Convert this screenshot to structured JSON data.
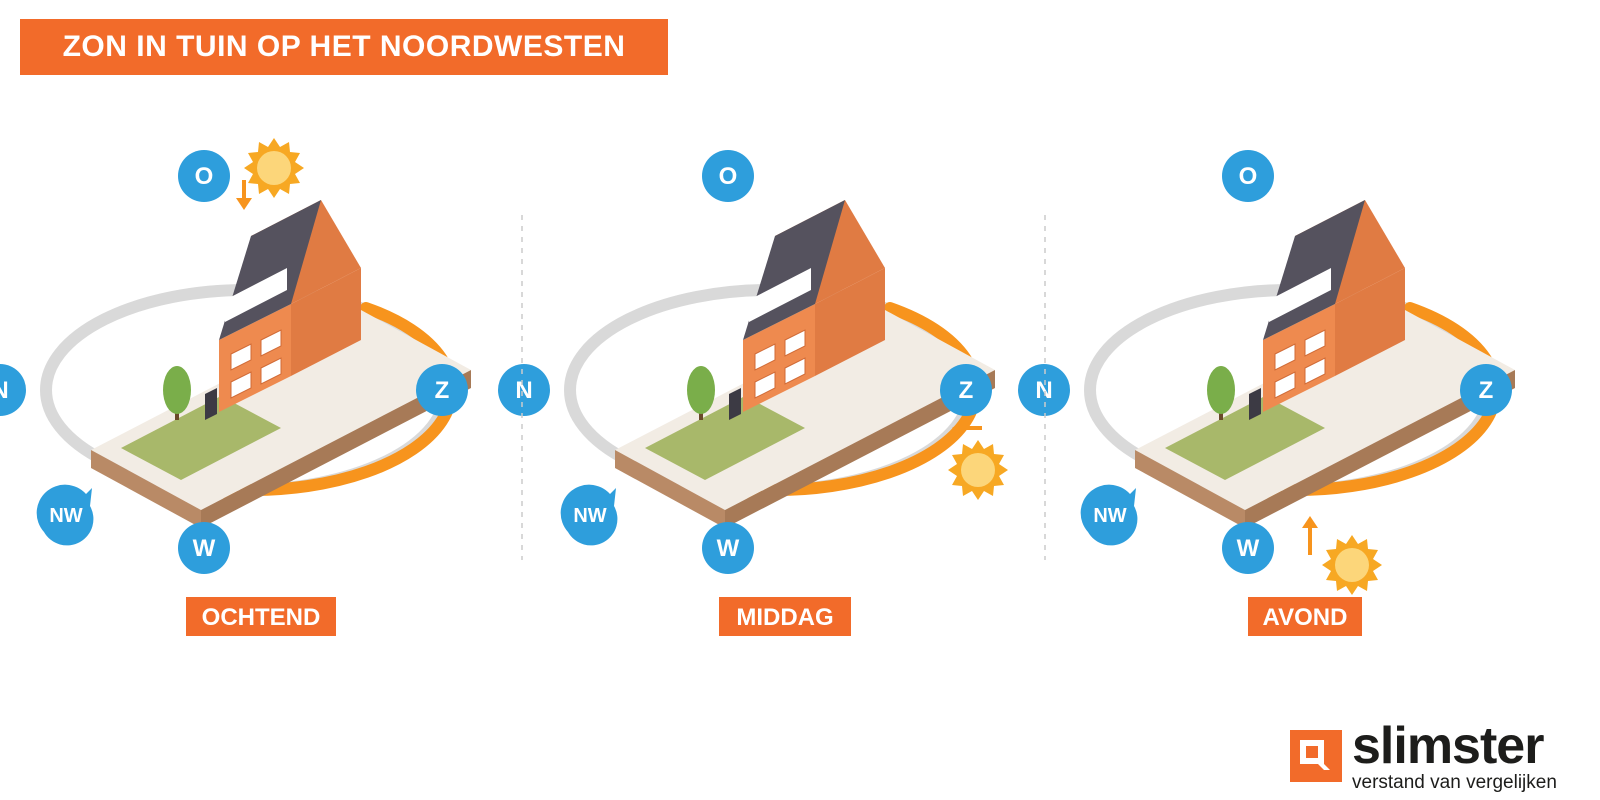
{
  "title": "ZON IN TUIN OP HET NOORDWESTEN",
  "colors": {
    "orange": "#f26b2a",
    "orange_arrow": "#f7941d",
    "sun": "#f7a823",
    "sun_core": "#fcd67a",
    "compass_blue": "#2e9edc",
    "ring_gray": "#d9d9d9",
    "roof": "#55525e",
    "wall_front": "#ee8a4f",
    "wall_side": "#e07b43",
    "ground": "#b98a66",
    "lawn": "#a8b86a",
    "tree": "#7aae4a",
    "white": "#ffffff"
  },
  "compass": {
    "east": "O",
    "south": "Z",
    "west": "W",
    "north": "N",
    "northwest": "NW"
  },
  "panels": [
    {
      "label": "OCHTEND",
      "sun_position": "east"
    },
    {
      "label": "MIDDAG",
      "sun_position": "south"
    },
    {
      "label": "AVOND",
      "sun_position": "west"
    }
  ],
  "brand": {
    "name": "slimster",
    "tagline": "verstand van vergelijken"
  }
}
